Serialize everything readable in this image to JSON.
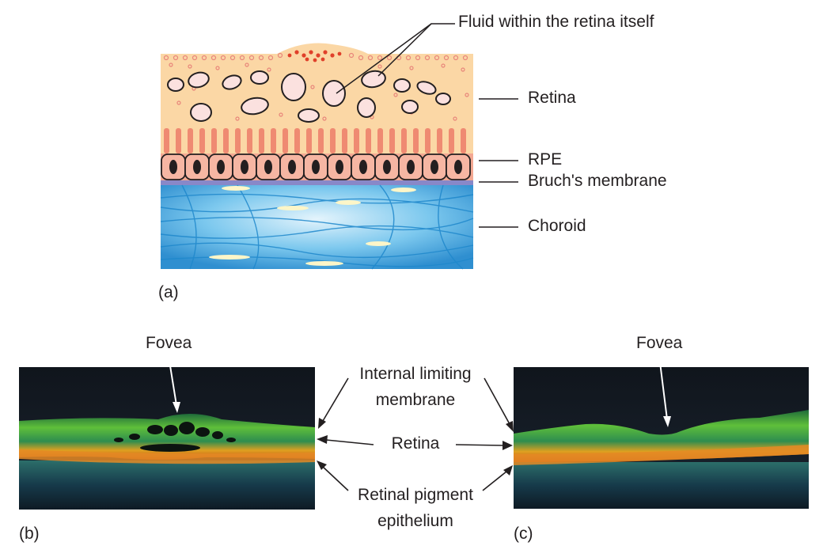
{
  "panel_a": {
    "panel_label": "(a)",
    "callout": "Fluid within the retina itself",
    "layers": {
      "retina": "Retina",
      "rpe": "RPE",
      "bruchs": "Bruch's membrane",
      "choroid": "Choroid"
    },
    "colors": {
      "retina": "#fbd7a5",
      "photoreceptors": "#ef8a72",
      "rpe_cell": "#f6b6a3",
      "bruchs": "#8888c8",
      "choroid": "#5fb8e8"
    }
  },
  "panel_b": {
    "panel_label": "(b)",
    "fovea": "Fovea"
  },
  "panel_c": {
    "panel_label": "(c)",
    "fovea": "Fovea"
  },
  "shared_labels": {
    "ilm_line1": "Internal limiting",
    "ilm_line2": "membrane",
    "retina": "Retina",
    "rpe_line1": "Retinal pigment",
    "rpe_line2": "epithelium"
  }
}
